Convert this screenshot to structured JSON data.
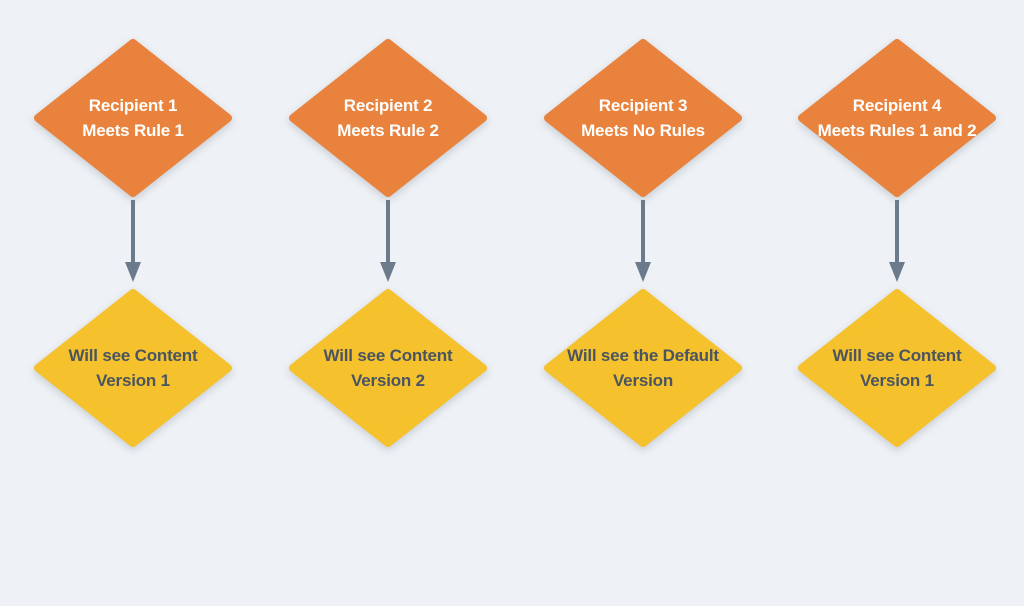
{
  "colors": {
    "background": "#EEF1F5",
    "condition": "#E8823C",
    "result": "#F5C12C",
    "arrow": "#6C7B8B",
    "condition_text": "#FFFFFF",
    "result_text": "#4A5561"
  },
  "columns": [
    {
      "condition": {
        "line1": "Recipient 1",
        "line2": "Meets Rule 1"
      },
      "result": {
        "line1": "Will see Content",
        "line2": "Version 1"
      }
    },
    {
      "condition": {
        "line1": "Recipient 2",
        "line2": "Meets Rule 2"
      },
      "result": {
        "line1": "Will see Content",
        "line2": "Version 2"
      }
    },
    {
      "condition": {
        "line1": "Recipient 3",
        "line2": "Meets No Rules"
      },
      "result": {
        "line1": "Will see the Default",
        "line2": "Version"
      }
    },
    {
      "condition": {
        "line1": "Recipient 4",
        "line2": "Meets Rules 1 and 2"
      },
      "result": {
        "line1": "Will see Content",
        "line2": "Version 1"
      }
    }
  ]
}
